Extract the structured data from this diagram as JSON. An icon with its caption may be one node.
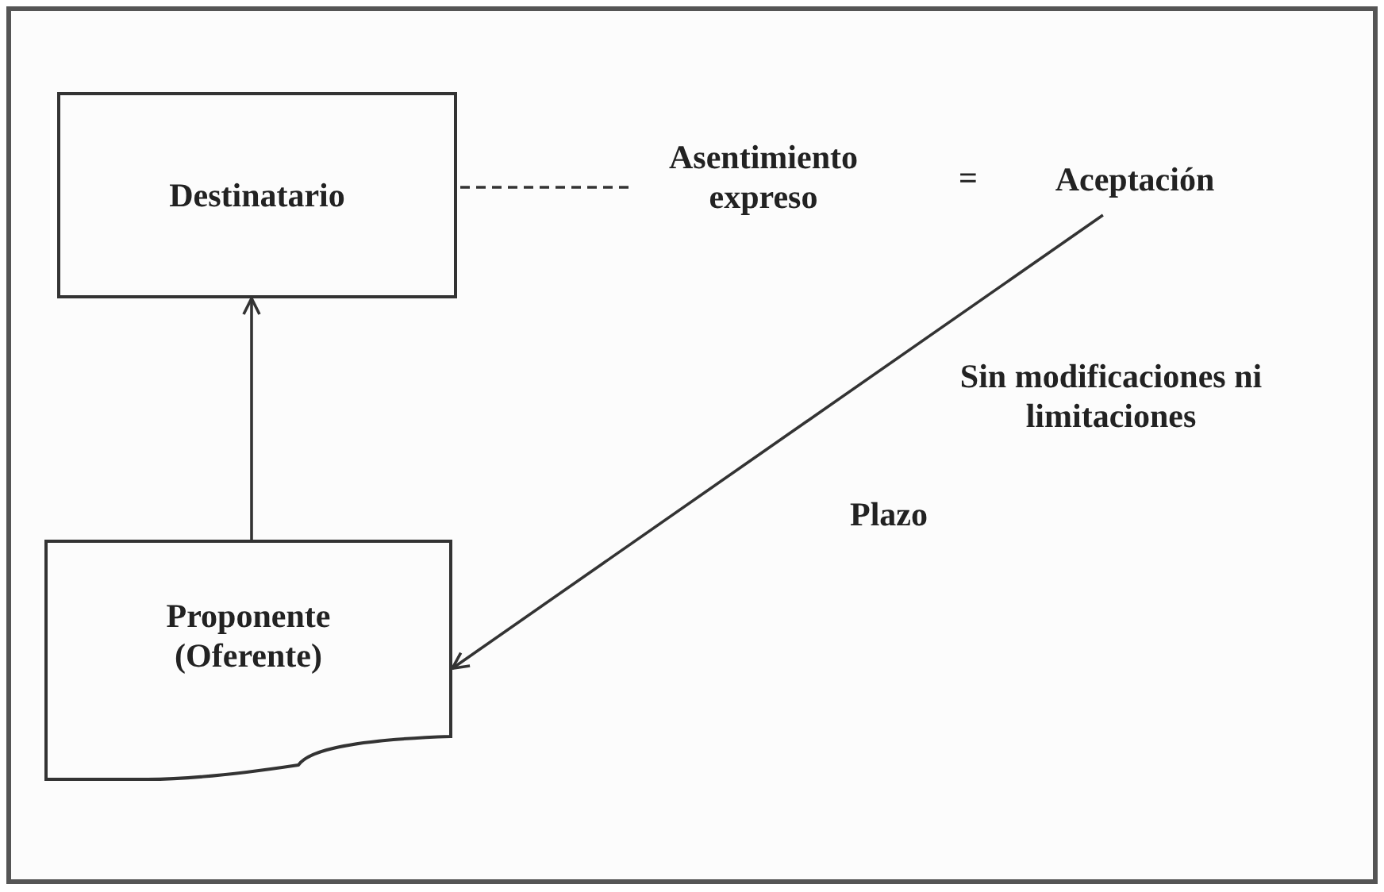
{
  "diagram": {
    "nodes": [
      {
        "text": [
          "Destinatario"
        ]
      },
      {
        "text": [
          "Proponente (Oferente)"
        ]
      },
      {
        "text": [
          "Asentimiento expreso"
        ]
      },
      {
        "text": [
          "Aceptación"
        ]
      }
    ],
    "edges": [
      {
        "from": 1,
        "to": 0,
        "arrow": "to"
      },
      {
        "from": 0,
        "to": 2,
        "arrow": "none",
        "style": "dashed"
      },
      {
        "from": 3,
        "to": 1,
        "arrow": "to"
      }
    ],
    "labels": [
      "=",
      "Sin modificaciones ni limitaciones",
      "Plazo"
    ]
  }
}
